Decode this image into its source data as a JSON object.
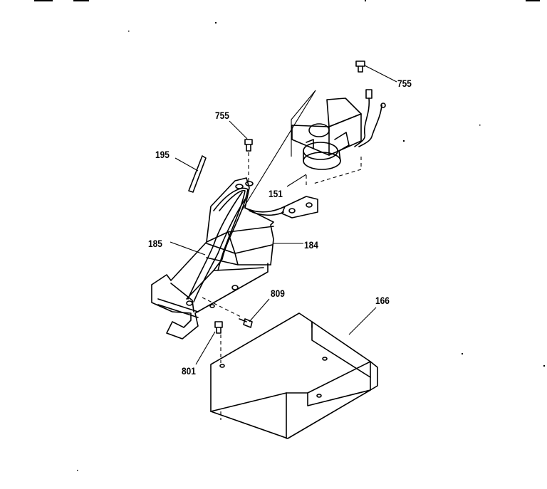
{
  "parts": [
    {
      "id": "label-755-top",
      "text": "755"
    },
    {
      "id": "label-755-left",
      "text": "755"
    },
    {
      "id": "label-195",
      "text": "195"
    },
    {
      "id": "label-151",
      "text": "151"
    },
    {
      "id": "label-185",
      "text": "185"
    },
    {
      "id": "label-184",
      "text": "184"
    },
    {
      "id": "label-809",
      "text": "809"
    },
    {
      "id": "label-166",
      "text": "166"
    },
    {
      "id": "label-801",
      "text": "801"
    }
  ]
}
